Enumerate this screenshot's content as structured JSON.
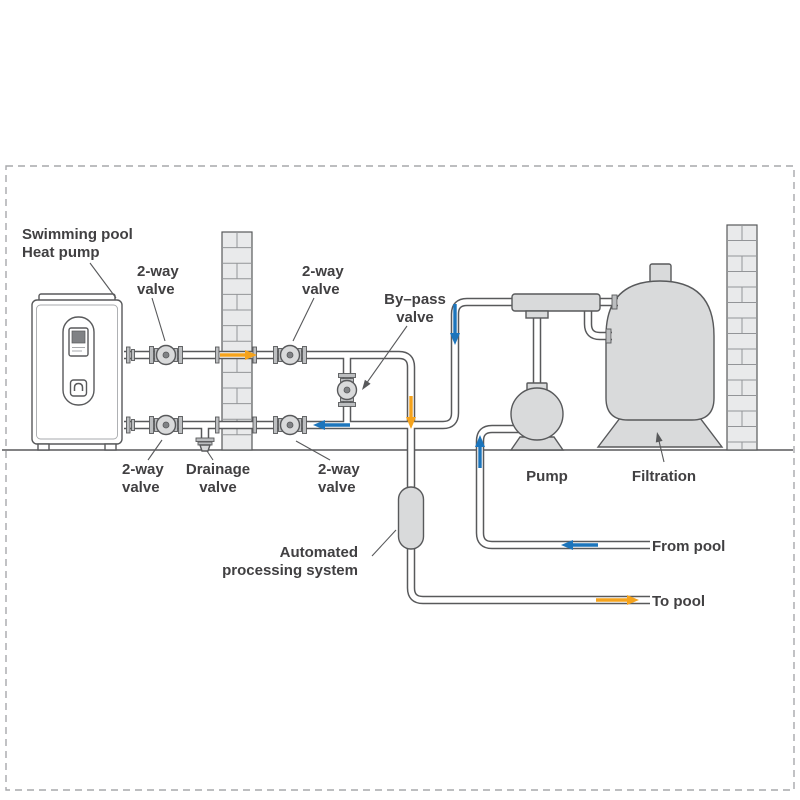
{
  "diagram": {
    "type": "schematic",
    "labels": {
      "heat_pump": {
        "line1": "Swimming pool",
        "line2": "Heat pump"
      },
      "valve_top_left": {
        "line1": "2-way",
        "line2": "valve"
      },
      "valve_top_right": {
        "line1": "2-way",
        "line2": "valve"
      },
      "bypass_valve": {
        "line1": "By–pass",
        "line2": "valve"
      },
      "valve_bottom_left": {
        "line1": "2-way",
        "line2": "valve"
      },
      "drainage_valve": {
        "line1": "Drainage",
        "line2": "valve"
      },
      "valve_bottom_right": {
        "line1": "2-way",
        "line2": "valve"
      },
      "automated_processing_system": {
        "line1": "Automated",
        "line2": "processing system"
      },
      "pump": "Pump",
      "filtration": "Filtration",
      "from_pool": "From pool",
      "to_pool": "To pool"
    },
    "colors": {
      "warm_flow": "#F5A31C",
      "cold_flow": "#1C75BC",
      "line": "#58595B",
      "component_fill": "#D9DADB",
      "wall_fill": "#E9EAEB",
      "label_text": "#414042",
      "border": "#A7A9AC"
    }
  }
}
